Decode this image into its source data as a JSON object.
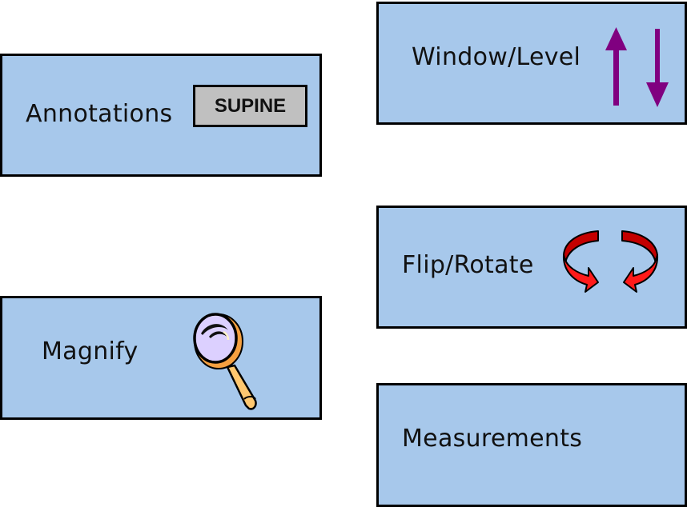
{
  "tools": {
    "annotations": {
      "label": "Annotations",
      "tag_text": "SUPINE",
      "icon": "supine-tag"
    },
    "window_level": {
      "label": "Window/Level",
      "icon": "up-down-arrows-icon"
    },
    "flip_rotate": {
      "label": "Flip/Rotate",
      "icon": "rotate-arrows-icon"
    },
    "magnify": {
      "label": "Magnify",
      "icon": "magnifying-glass-icon"
    },
    "measurements": {
      "label": "Measurements"
    }
  },
  "colors": {
    "box_fill": "#a7c8eb",
    "box_border": "#000000",
    "arrow_purple": "#800080",
    "rotate_red": "#ff0000",
    "tag_gray": "#c0c0c0"
  }
}
